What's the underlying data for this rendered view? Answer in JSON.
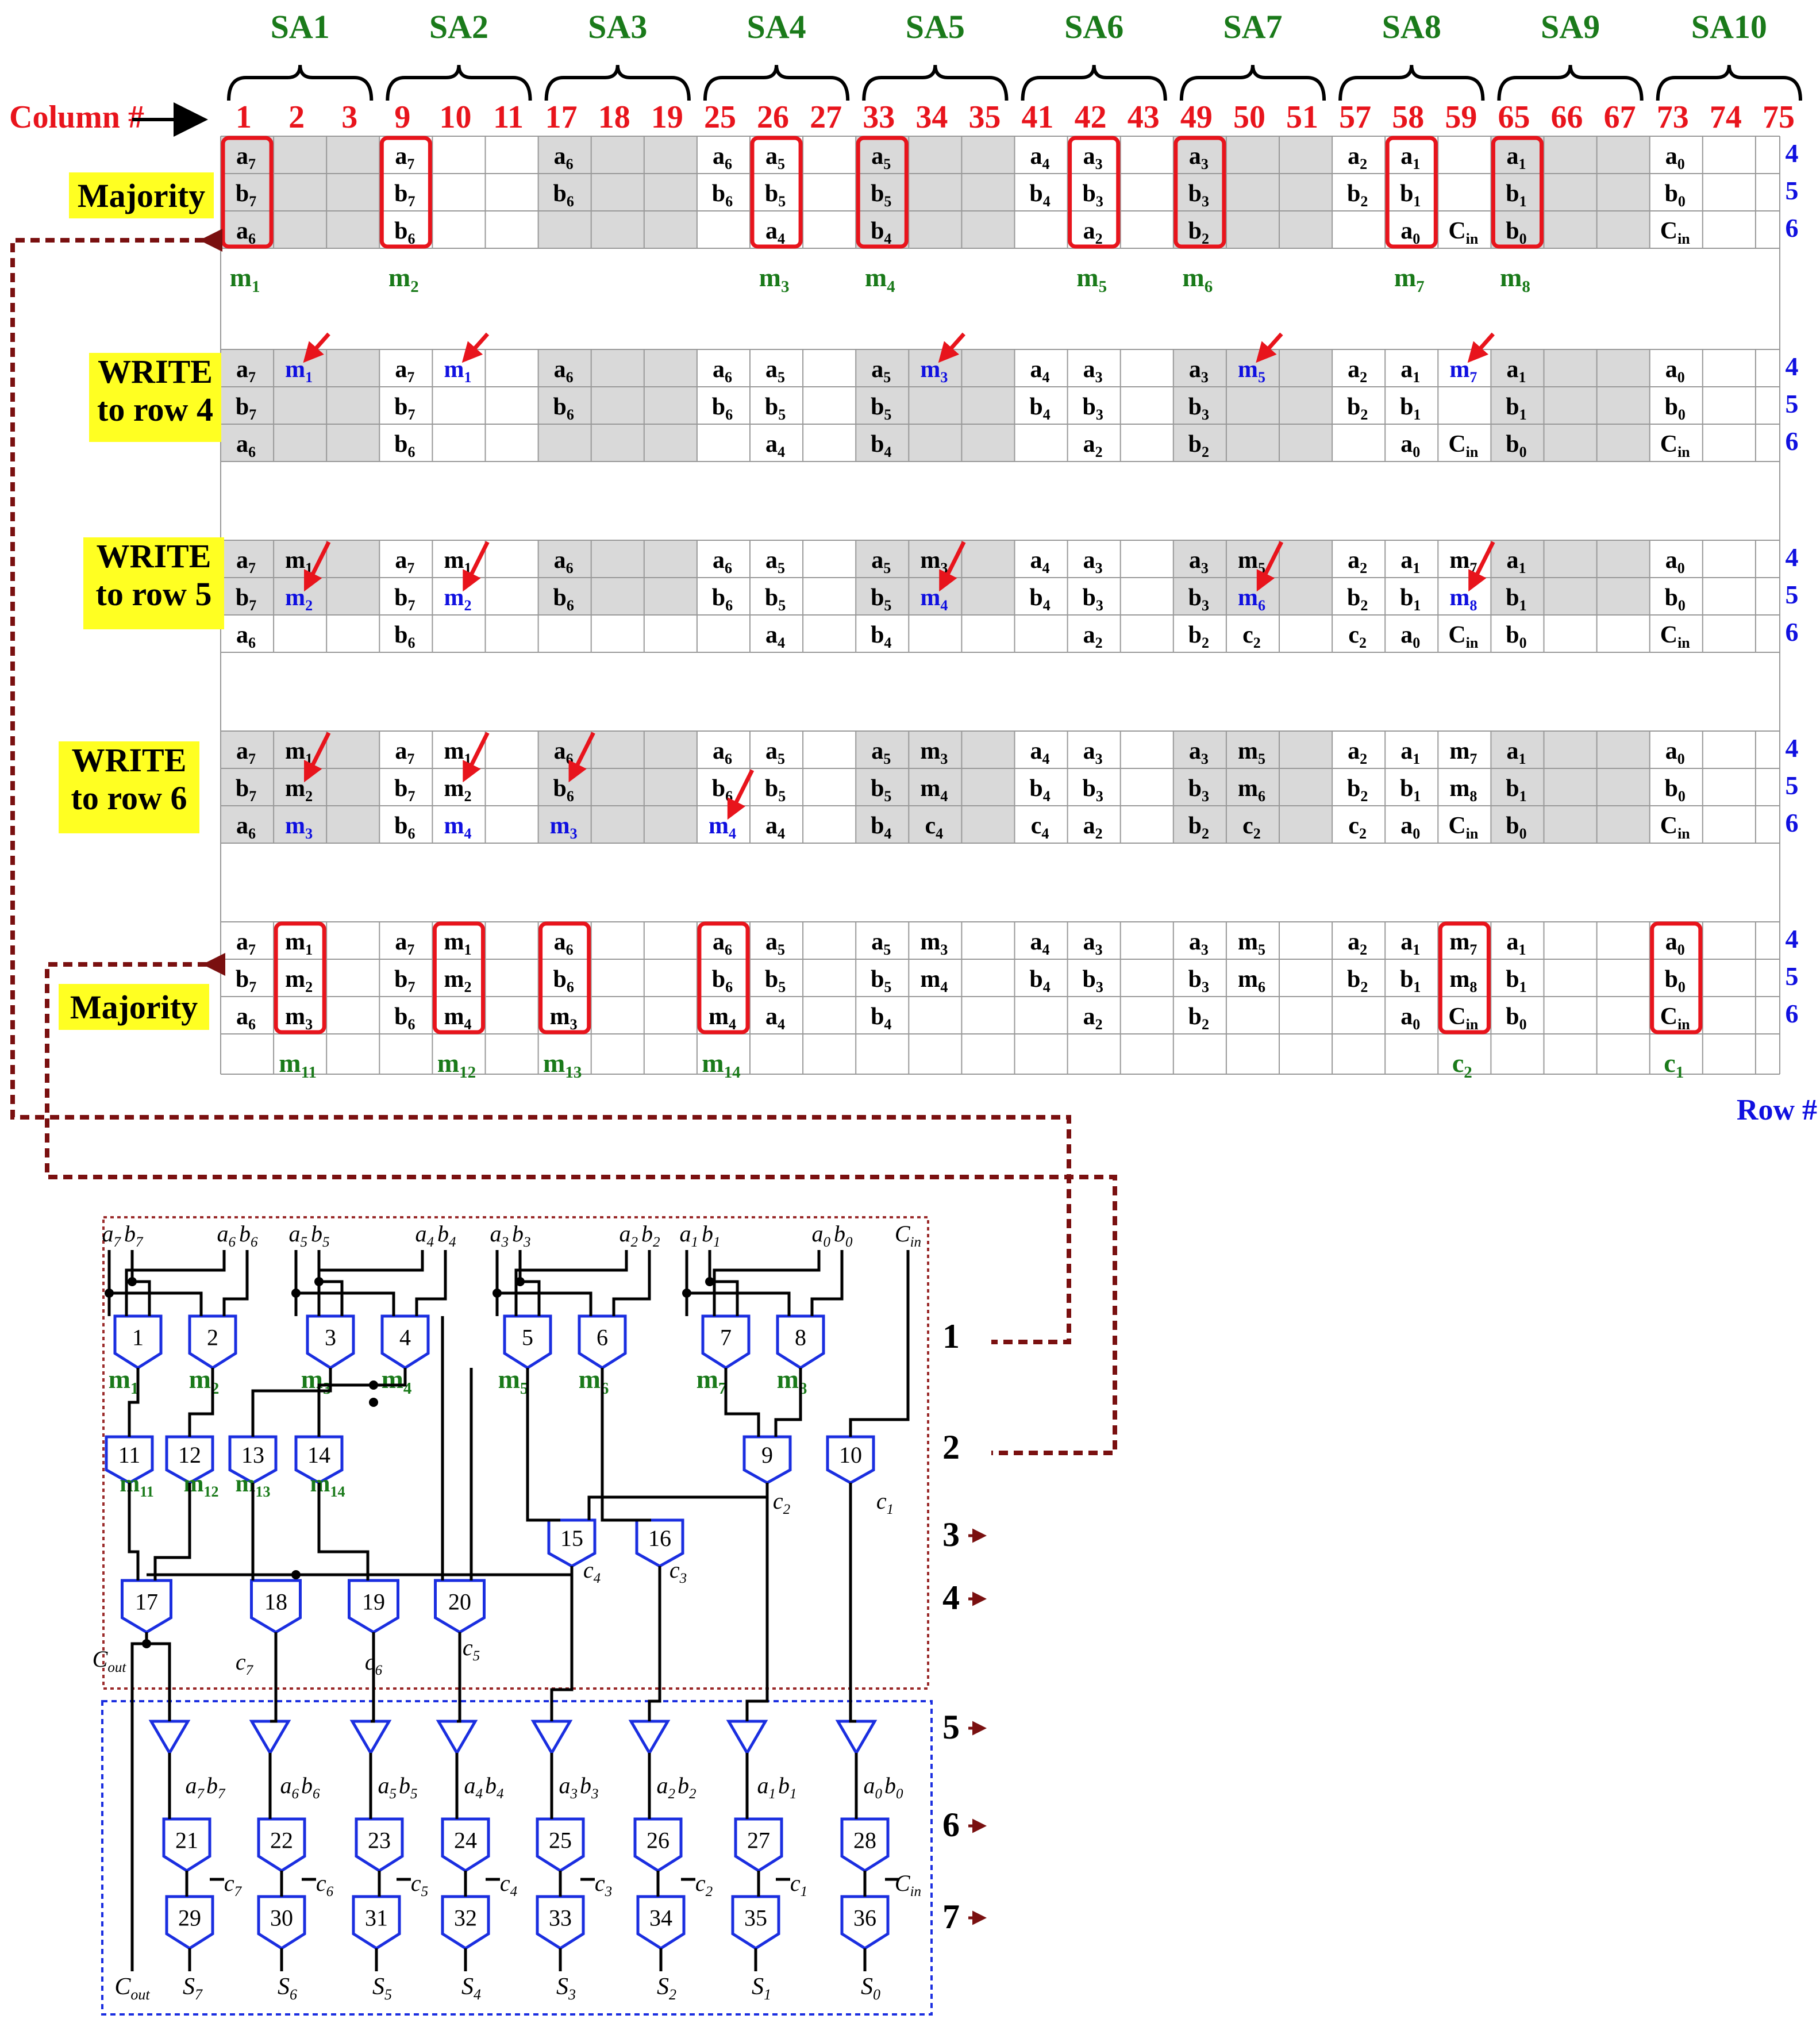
{
  "sa_labels": [
    "SA1",
    "SA2",
    "SA3",
    "SA4",
    "SA5",
    "SA6",
    "SA7",
    "SA8",
    "SA9",
    "SA10"
  ],
  "column_label": "Column #",
  "column_numbers": [
    "1",
    "2",
    "3",
    "9",
    "10",
    "11",
    "17",
    "18",
    "19",
    "25",
    "26",
    "27",
    "33",
    "34",
    "35",
    "41",
    "42",
    "43",
    "49",
    "50",
    "51",
    "57",
    "58",
    "59",
    "65",
    "66",
    "67",
    "73",
    "74",
    "75"
  ],
  "row_numbers": [
    "4",
    "5",
    "6"
  ],
  "row_label": "Row #",
  "step_labels": {
    "majority1": "Majority",
    "write4_l1": "WRITE",
    "write4_l2": "to row 4",
    "write5_l1": "WRITE",
    "write5_l2": "to row 5",
    "write6_l1": "WRITE",
    "write6_l2": "to row 6",
    "majority2": "Majority"
  },
  "colors": {
    "green": "#1a7a1a",
    "red": "#e8141c",
    "blue": "#1010e0",
    "maroon": "#7a1010",
    "highlight": "#ffff22",
    "shade": "#d9d9d9",
    "circuit_blue": "#1a2ee0"
  },
  "tables": [
    {
      "rows": [
        [
          "a|7",
          "",
          "",
          "a|7",
          "",
          "",
          "a|6",
          "",
          "",
          "a|6",
          "a|5",
          "",
          "a|5",
          "",
          "",
          "a|4",
          "a|3",
          "",
          "a|3",
          "",
          "",
          "a|2",
          "a|1",
          "",
          "a|1",
          "",
          "",
          "a|0",
          "",
          ""
        ],
        [
          "b|7",
          "",
          "",
          "b|7",
          "",
          "",
          "b|6",
          "",
          "",
          "b|6",
          "b|5",
          "",
          "b|5",
          "",
          "",
          "b|4",
          "b|3",
          "",
          "b|3",
          "",
          "",
          "b|2",
          "b|1",
          "",
          "b|1",
          "",
          "",
          "b|0",
          "",
          ""
        ],
        [
          "a|6",
          "",
          "",
          "b|6",
          "",
          "",
          "",
          "",
          "",
          "",
          "a|4",
          "",
          "b|4",
          "",
          "",
          "",
          "a|2",
          "",
          "b|2",
          "",
          "",
          "",
          "a|0",
          "C|in",
          "b|0",
          "",
          "",
          "C|in",
          "",
          ""
        ]
      ],
      "below": [
        [
          0,
          "m|1"
        ],
        [
          3,
          "m|2"
        ],
        [
          10,
          "m|3"
        ],
        [
          12,
          "m|4"
        ],
        [
          16,
          "m|5"
        ],
        [
          18,
          "m|6"
        ],
        [
          22,
          "m|7"
        ],
        [
          24,
          "m|8"
        ]
      ]
    },
    {
      "rows": [
        [
          "a|7",
          "*m|1",
          "",
          "a|7",
          "*m|1",
          "",
          "a|6",
          "",
          "",
          "a|6",
          "a|5",
          "",
          "a|5",
          "*m|3",
          "",
          "a|4",
          "a|3",
          "",
          "a|3",
          "*m|5",
          "",
          "a|2",
          "a|1",
          "*m|7",
          "a|1",
          "",
          "",
          "a|0",
          "",
          ""
        ],
        [
          "b|7",
          "",
          "",
          "b|7",
          "",
          "",
          "b|6",
          "",
          "",
          "b|6",
          "b|5",
          "",
          "b|5",
          "",
          "",
          "b|4",
          "b|3",
          "",
          "b|3",
          "",
          "",
          "b|2",
          "b|1",
          "",
          "b|1",
          "",
          "",
          "b|0",
          "",
          ""
        ],
        [
          "a|6",
          "",
          "",
          "b|6",
          "",
          "",
          "",
          "",
          "",
          "",
          "a|4",
          "",
          "b|4",
          "",
          "",
          "",
          "a|2",
          "",
          "b|2",
          "",
          "",
          "",
          "a|0",
          "C|in",
          "b|0",
          "",
          "",
          "C|in",
          "",
          ""
        ]
      ]
    },
    {
      "rows": [
        [
          "a|7",
          "m|1",
          "",
          "a|7",
          "m|1",
          "",
          "a|6",
          "",
          "",
          "a|6",
          "a|5",
          "",
          "a|5",
          "m|3",
          "",
          "a|4",
          "a|3",
          "",
          "a|3",
          "m|5",
          "",
          "a|2",
          "a|1",
          "m|7",
          "a|1",
          "",
          "",
          "a|0",
          "",
          ""
        ],
        [
          "b|7",
          "*m|2",
          "",
          "b|7",
          "*m|2",
          "",
          "b|6",
          "",
          "",
          "b|6",
          "b|5",
          "",
          "b|5",
          "*m|4",
          "",
          "b|4",
          "b|3",
          "",
          "b|3",
          "*m|6",
          "",
          "b|2",
          "b|1",
          "*m|8",
          "b|1",
          "",
          "",
          "b|0",
          "",
          ""
        ],
        [
          "a|6",
          "",
          "",
          "b|6",
          "",
          "",
          "",
          "",
          "",
          "",
          "a|4",
          "",
          "b|4",
          "",
          "",
          "",
          "a|2",
          "",
          "b|2",
          "c|2",
          "",
          "c|2",
          "a|0",
          "C|in",
          "b|0",
          "",
          "",
          "C|in",
          "",
          ""
        ]
      ]
    },
    {
      "rows": [
        [
          "a|7",
          "m|1",
          "",
          "a|7",
          "m|1",
          "",
          "a|6",
          "",
          "",
          "a|6",
          "a|5",
          "",
          "a|5",
          "m|3",
          "",
          "a|4",
          "a|3",
          "",
          "a|3",
          "m|5",
          "",
          "a|2",
          "a|1",
          "m|7",
          "a|1",
          "",
          "",
          "a|0",
          "",
          ""
        ],
        [
          "b|7",
          "m|2",
          "",
          "b|7",
          "m|2",
          "",
          "b|6",
          "",
          "",
          "b|6",
          "b|5",
          "",
          "b|5",
          "m|4",
          "",
          "b|4",
          "b|3",
          "",
          "b|3",
          "m|6",
          "",
          "b|2",
          "b|1",
          "m|8",
          "b|1",
          "",
          "",
          "b|0",
          "",
          ""
        ],
        [
          "a|6",
          "*m|3",
          "",
          "b|6",
          "*m|4",
          "",
          "*m|3",
          "",
          "",
          "*m|4",
          "a|4",
          "",
          "b|4",
          "c|4",
          "",
          "c|4",
          "a|2",
          "",
          "b|2",
          "c|2",
          "",
          "c|2",
          "a|0",
          "C|in",
          "b|0",
          "",
          "",
          "C|in",
          "",
          ""
        ]
      ]
    },
    {
      "rows": [
        [
          "a|7",
          "m|1",
          "",
          "a|7",
          "m|1",
          "",
          "a|6",
          "",
          "",
          "a|6",
          "a|5",
          "",
          "a|5",
          "m|3",
          "",
          "a|4",
          "a|3",
          "",
          "a|3",
          "m|5",
          "",
          "a|2",
          "a|1",
          "m|7",
          "a|1",
          "",
          "",
          "a|0",
          "",
          ""
        ],
        [
          "b|7",
          "m|2",
          "",
          "b|7",
          "m|2",
          "",
          "b|6",
          "",
          "",
          "b|6",
          "b|5",
          "",
          "b|5",
          "m|4",
          "",
          "b|4",
          "b|3",
          "",
          "b|3",
          "m|6",
          "",
          "b|2",
          "b|1",
          "m|8",
          "b|1",
          "",
          "",
          "b|0",
          "",
          ""
        ],
        [
          "a|6",
          "m|3",
          "",
          "b|6",
          "m|4",
          "",
          "m|3",
          "",
          "",
          "m|4",
          "a|4",
          "",
          "b|4",
          "",
          "",
          "",
          "a|2",
          "",
          "b|2",
          "",
          "",
          "",
          "a|0",
          "C|in",
          "b|0",
          "",
          "",
          "C|in",
          "",
          ""
        ]
      ],
      "below": [
        [
          1,
          "m|11"
        ],
        [
          4,
          "m|12"
        ],
        [
          6,
          "m|13"
        ],
        [
          9,
          "m|14"
        ],
        [
          23,
          "c|2"
        ],
        [
          27,
          "c|1"
        ]
      ]
    }
  ],
  "circuit": {
    "input_pairs": [
      [
        "a|7",
        "b|7"
      ],
      [
        "a|6",
        "b|6"
      ],
      [
        "a|5",
        "b|5"
      ],
      [
        "a|4",
        "b|4"
      ],
      [
        "a|3",
        "b|3"
      ],
      [
        "a|2",
        "b|2"
      ],
      [
        "a|1",
        "b|1"
      ],
      [
        "a|0",
        "b|0"
      ]
    ],
    "cin": "C|in",
    "gates_row1": [
      "1",
      "2",
      "3",
      "4",
      "5",
      "6",
      "7",
      "8"
    ],
    "m_labels_row1": [
      "m|1",
      "m|2",
      "m|3",
      "m|4",
      "m|5",
      "m|6",
      "m|7",
      "m|8"
    ],
    "gates_row2": [
      "11",
      "12",
      "13",
      "14",
      "9",
      "10"
    ],
    "m_labels_row2": [
      "m|11",
      "m|12",
      "m|13",
      "m|14"
    ],
    "gates_row3": [
      "15",
      "16"
    ],
    "gates_row4": [
      "17",
      "18",
      "19",
      "20"
    ],
    "gates_row6": [
      "21",
      "22",
      "23",
      "24",
      "25",
      "26",
      "27",
      "28"
    ],
    "gates_row7": [
      "29",
      "30",
      "31",
      "32",
      "33",
      "34",
      "35",
      "36"
    ],
    "carry_labels": [
      "c|2",
      "c|1",
      "c|4",
      "c|3",
      "C|out",
      "c|7",
      "c|6",
      "c|5"
    ],
    "sum_carry_in": [
      "c|7",
      "c|6",
      "c|5",
      "c|4",
      "c|3",
      "c|2",
      "c|1",
      "C|in"
    ],
    "outputs": [
      "C|out",
      "S|7",
      "S|6",
      "S|5",
      "S|4",
      "S|3",
      "S|2",
      "S|1",
      "S|0"
    ],
    "step_numbers": [
      "1",
      "2",
      "3",
      "4",
      "5",
      "6",
      "7"
    ]
  }
}
